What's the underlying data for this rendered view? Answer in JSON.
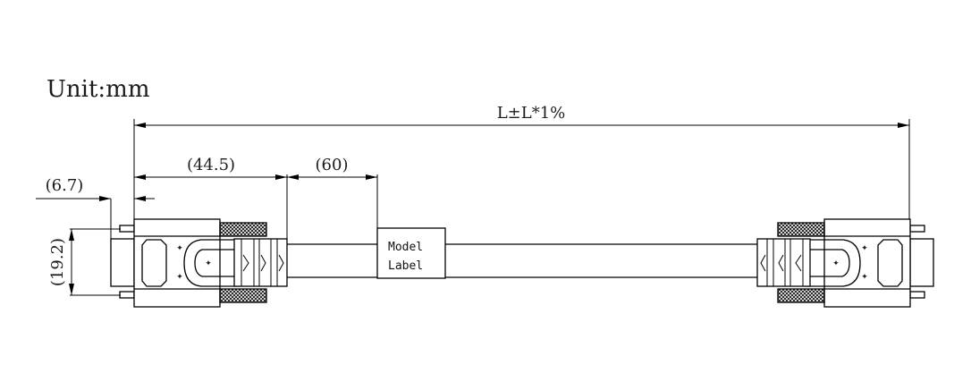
{
  "title": "Unit:mm",
  "dimensions": {
    "overall_length": "L±L*1%",
    "plug_body_length": "(44.5)",
    "label_offset": "(60)",
    "shell_offset": "(6.7)",
    "connector_height": "(19.2)"
  },
  "label_box": {
    "line1": "Model",
    "line2": "Label"
  },
  "colors": {
    "ink": "#000000",
    "text": "#1b1b1b",
    "background": "#ffffff"
  }
}
